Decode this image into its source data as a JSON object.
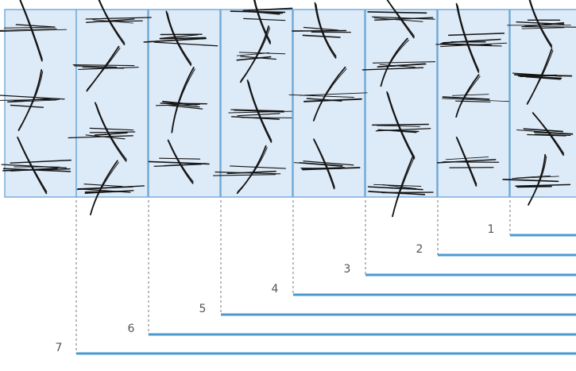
{
  "colors": {
    "panel_fill": "#ddeaf7",
    "panel_border": "#6fa8d6",
    "bar": "#4a9ad0",
    "stroke": "#141414",
    "leader": "#777777",
    "label": "#555555"
  },
  "scale": {
    "labels": [
      "1",
      "2",
      "3",
      "4",
      "5",
      "6",
      "7"
    ]
  }
}
